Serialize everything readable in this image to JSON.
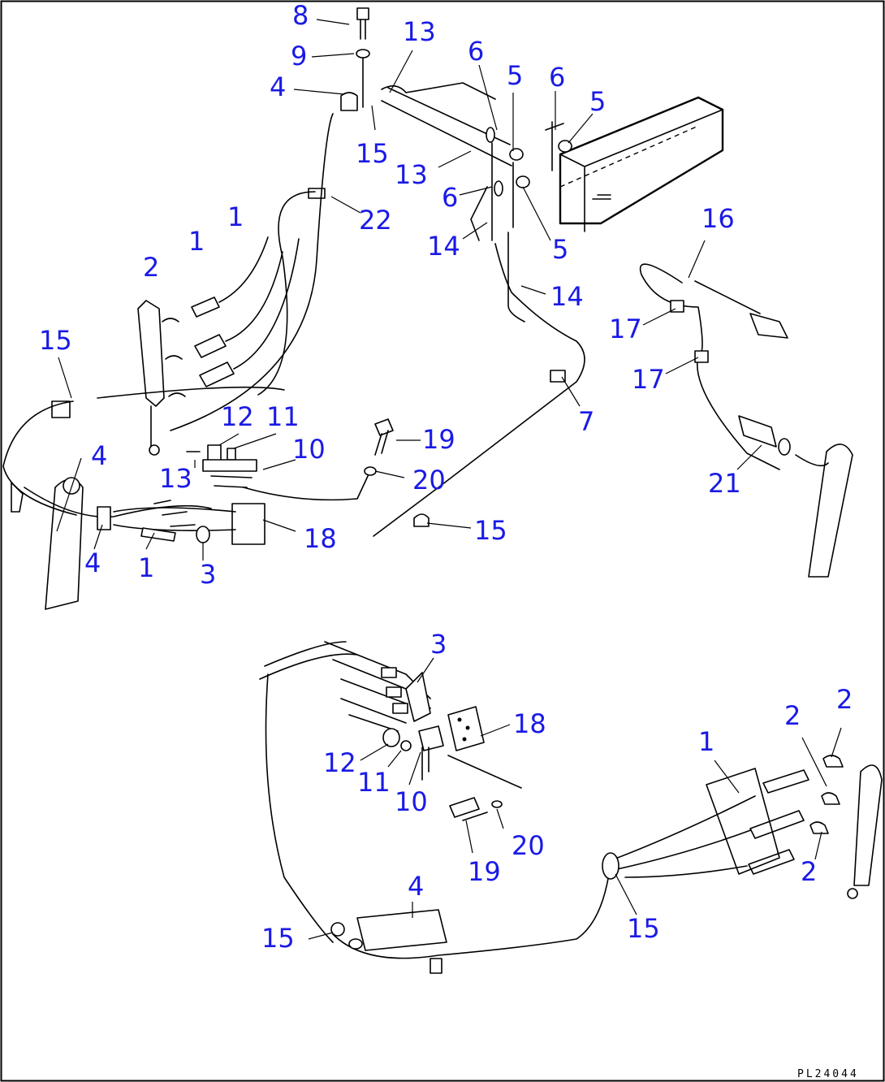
{
  "diagram": {
    "drawing_code": "PL24044",
    "accent_color": "#1a1ae6",
    "callouts": [
      "8",
      "9",
      "13",
      "4",
      "15",
      "13",
      "6",
      "5",
      "6",
      "5",
      "6",
      "14",
      "5",
      "14",
      "22",
      "1",
      "1",
      "2",
      "16",
      "17",
      "17",
      "15",
      "4",
      "7",
      "12",
      "11",
      "10",
      "13",
      "19",
      "20",
      "21",
      "15",
      "4",
      "1",
      "3",
      "18",
      "3",
      "18",
      "12",
      "11",
      "10",
      "2",
      "2",
      "1",
      "19",
      "20",
      "2",
      "4",
      "15",
      "15"
    ]
  }
}
